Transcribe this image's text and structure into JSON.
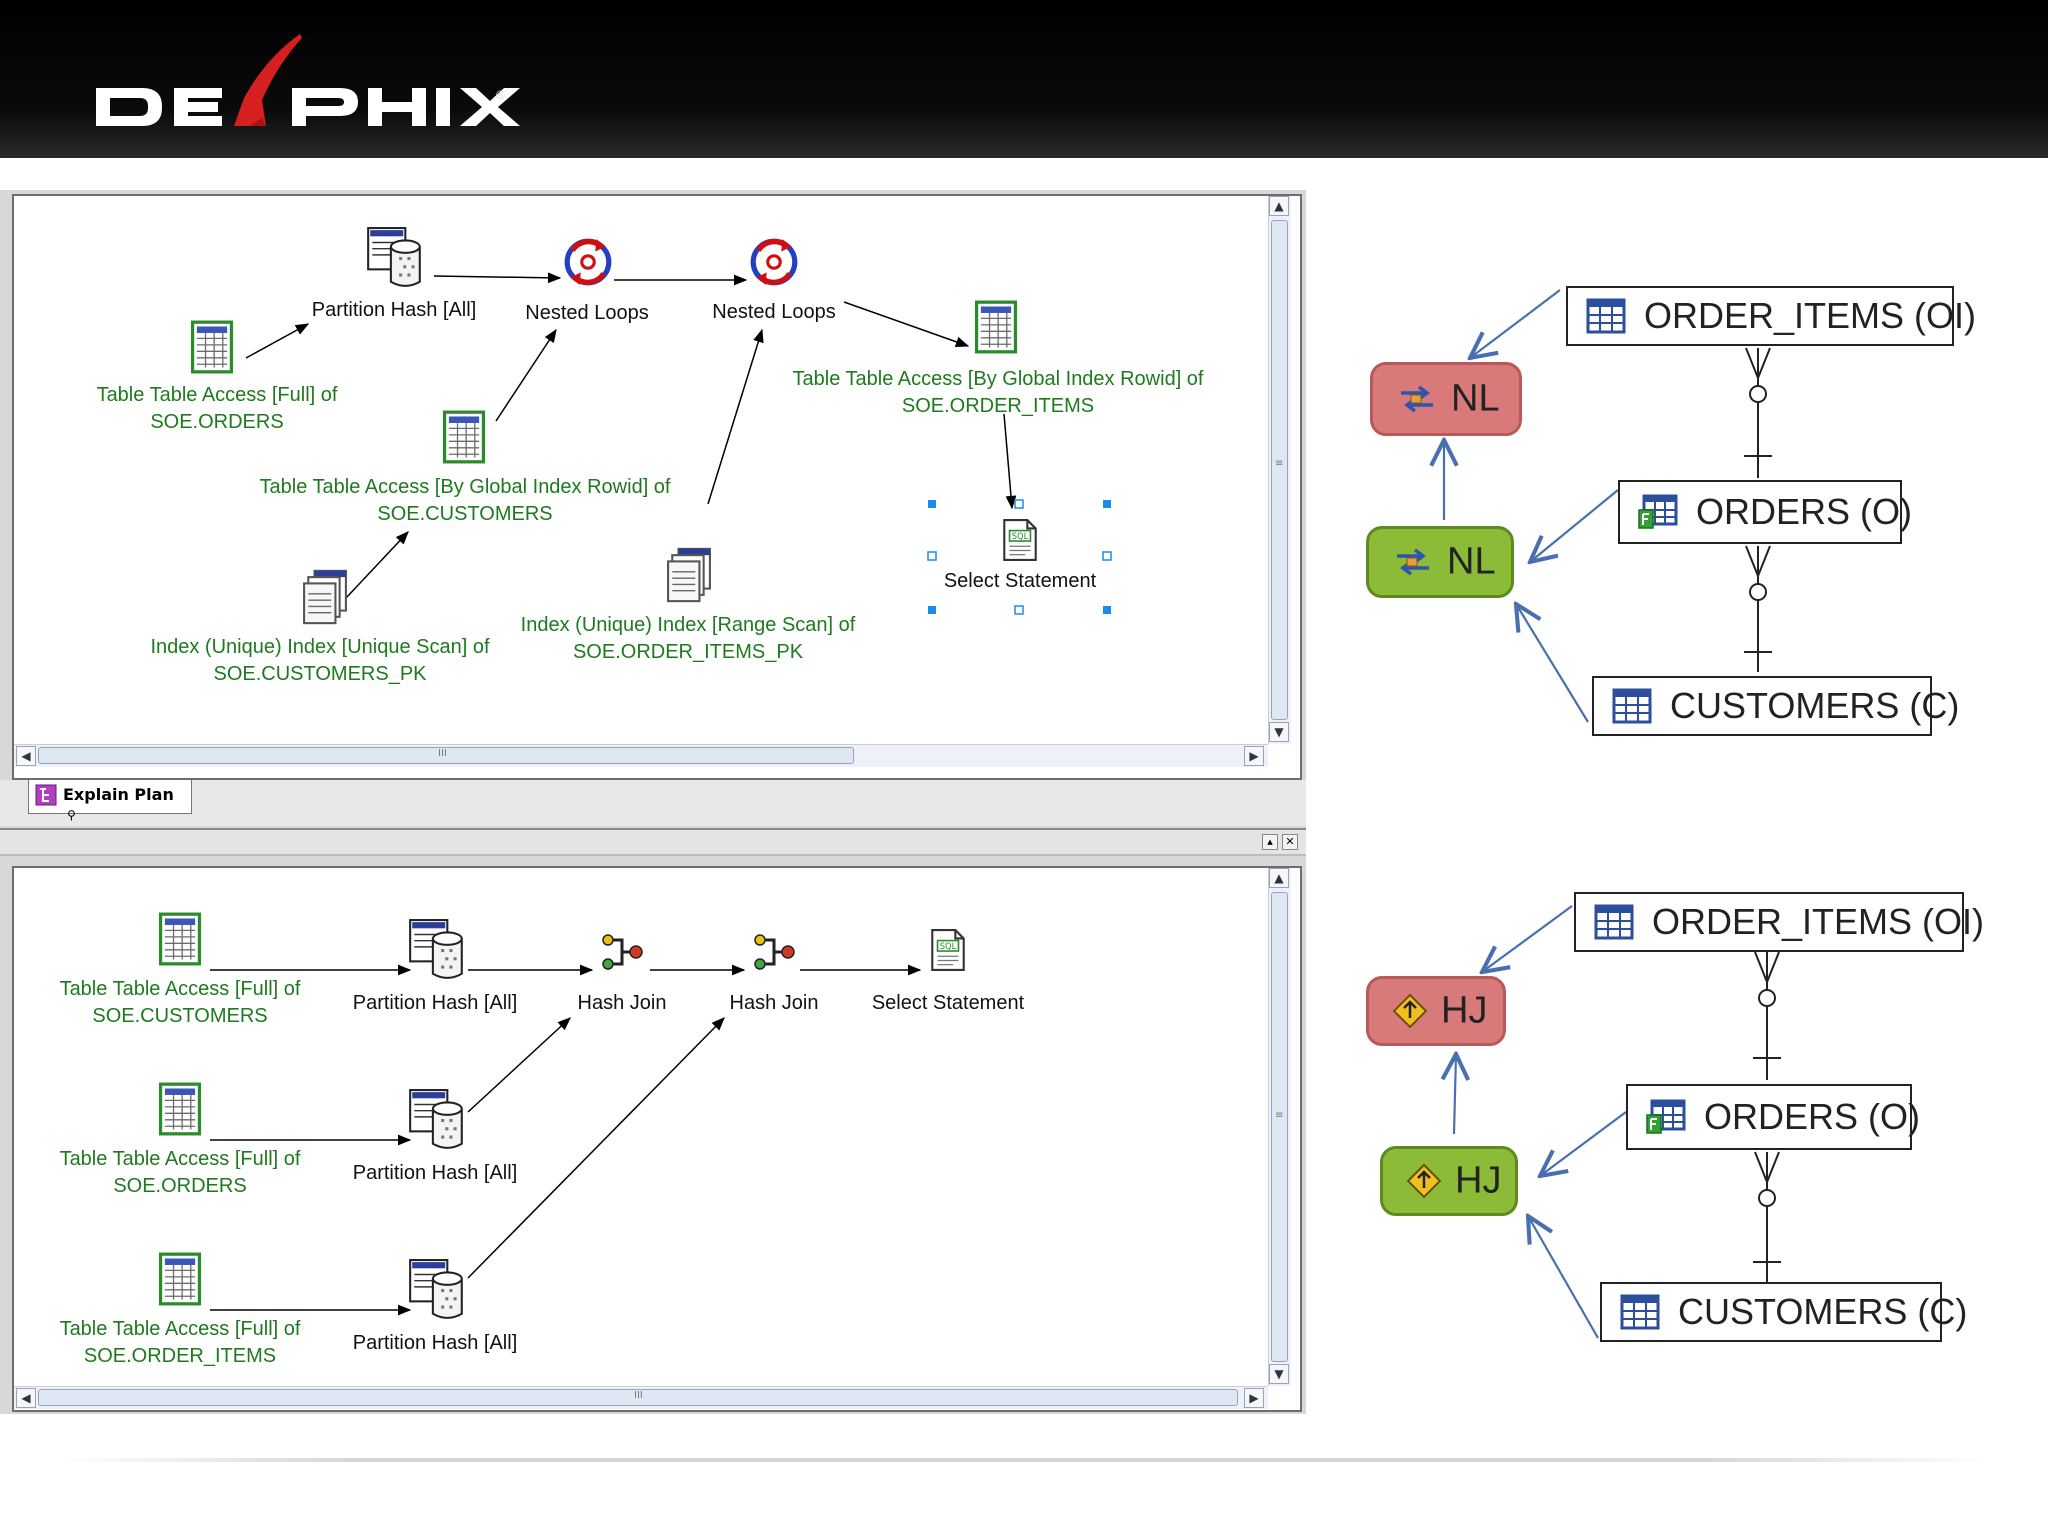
{
  "brand": {
    "logo_text": "DELPHIX"
  },
  "nested_loops_plan": {
    "nodes": {
      "partition_hash": "Partition Hash [All]",
      "nested_loops_1": "Nested Loops",
      "nested_loops_2": "Nested Loops",
      "orders_access": [
        "Table Table Access [Full]  of",
        "SOE.ORDERS"
      ],
      "customers_access": [
        "Table Table Access [By Global Index Rowid]  of",
        "SOE.CUSTOMERS"
      ],
      "customers_pk_index": [
        "Index (Unique) Index [Unique Scan]  of",
        "SOE.CUSTOMERS_PK"
      ],
      "order_items_pk_index": [
        "Index (Unique) Index [Range Scan]  of",
        "SOE.ORDER_ITEMS_PK"
      ],
      "order_items_access": [
        "Table Table Access [By Global Index Rowid]  of",
        "SOE.ORDER_ITEMS"
      ],
      "select_statement": "Select Statement"
    }
  },
  "tab": {
    "explain_plan_label": "Explain Plan"
  },
  "hash_join_plan": {
    "nodes": {
      "customers_access": [
        "Table Table Access [Full]  of",
        "SOE.CUSTOMERS"
      ],
      "orders_access": [
        "Table Table Access [Full]  of",
        "SOE.ORDERS"
      ],
      "order_items_access": [
        "Table Table Access [Full]  of",
        "SOE.ORDER_ITEMS"
      ],
      "partition_hash_1": "Partition Hash [All]",
      "partition_hash_2": "Partition Hash [All]",
      "partition_hash_3": "Partition Hash [All]",
      "hash_join_1": "Hash Join",
      "hash_join_2": "Hash Join",
      "select_statement": "Select Statement"
    }
  },
  "er_nested_loops": {
    "order_items": "ORDER_ITEMS (OI)",
    "orders": "ORDERS (O)",
    "customers": "CUSTOMERS (C)",
    "join_top": "NL",
    "join_bottom": "NL"
  },
  "er_hash_join": {
    "order_items": "ORDER_ITEMS (OI)",
    "orders": "ORDERS (O)",
    "customers": "CUSTOMERS (C)",
    "join_top": "HJ",
    "join_bottom": "HJ"
  },
  "colors": {
    "node_label_green": "#1e7a1e",
    "join_red": "#d97a7a",
    "join_green": "#8bbb37",
    "er_arrow": "#4a6fb0",
    "brand_red": "#d62020"
  }
}
